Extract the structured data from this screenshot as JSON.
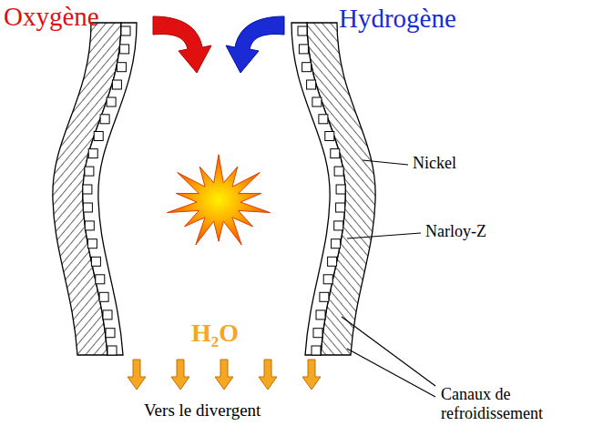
{
  "diagram": {
    "labels": [
      "Oxygène",
      "Hydrogène",
      "Nickel",
      "Narloy-Z",
      "H₂O",
      "Vers le divergent",
      "Canaux de refroidissement"
    ]
  }
}
